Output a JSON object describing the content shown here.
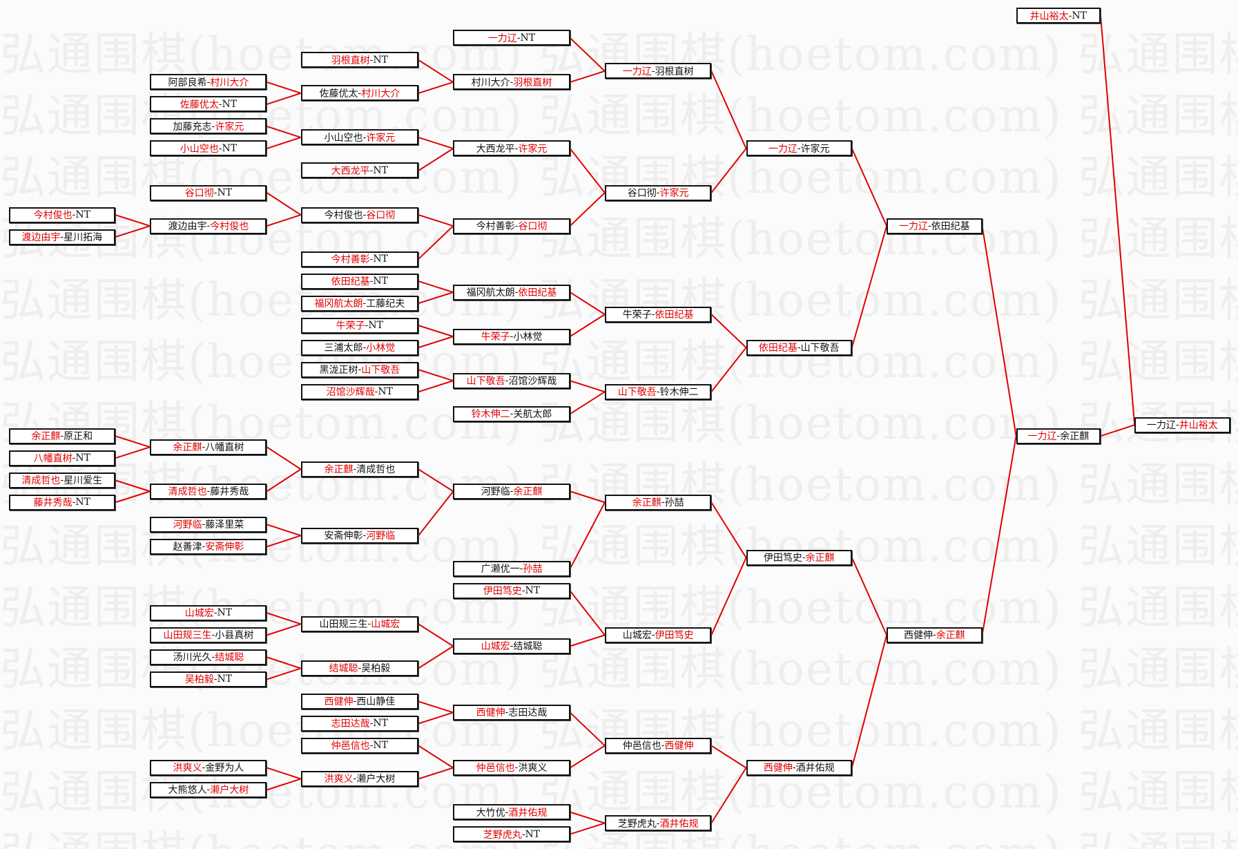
{
  "watermark": "弘通围棋(hoetom.com)",
  "colors": {
    "winner": "#e00000",
    "line": "#e00000",
    "text": "#111111"
  },
  "columns": [
    [
      {
        "p": [
          "今村俊也",
          "NT"
        ],
        "w": 0,
        "to": 5
      },
      {
        "p": [
          "渡边由宇",
          "星川拓海"
        ],
        "w": 0,
        "to": 5
      },
      {
        "p": [
          "余正麒",
          "原正和"
        ],
        "w": 0,
        "to": 6
      },
      {
        "p": [
          "八幡直树",
          "NT"
        ],
        "w": 0,
        "to": 6
      },
      {
        "p": [
          "清成哲也",
          "星川爱生"
        ],
        "w": 0,
        "to": 7
      },
      {
        "p": [
          "藤井秀哉",
          "NT"
        ],
        "w": 0,
        "to": 7
      }
    ],
    [
      {
        "p": [
          "阿部良希",
          "村川大介"
        ],
        "w": 1,
        "to": 1
      },
      {
        "p": [
          "佐藤优太",
          "NT"
        ],
        "w": 0,
        "to": 1
      },
      {
        "p": [
          "加藤充志",
          "许家元"
        ],
        "w": 1,
        "to": 2
      },
      {
        "p": [
          "小山空也",
          "NT"
        ],
        "w": 0,
        "to": 2
      },
      {
        "p": [
          "谷口彻",
          "NT"
        ],
        "w": 0,
        "to": 4
      },
      {
        "p": [
          "渡边由宇",
          "今村俊也"
        ],
        "w": 1,
        "to": 4
      },
      {
        "p": [
          "余正麒",
          "八幡直树"
        ],
        "w": 0,
        "to": 12
      },
      {
        "p": [
          "清成哲也",
          "藤井秀哉"
        ],
        "w": 0,
        "to": 12
      },
      {
        "p": [
          "河野临",
          "藤泽里菜"
        ],
        "w": 0,
        "to": 13
      },
      {
        "p": [
          "赵善津",
          "安斋伸彰"
        ],
        "w": 1,
        "to": 13
      },
      {
        "p": [
          "山城宏",
          "NT"
        ],
        "w": 0,
        "to": 14
      },
      {
        "p": [
          "山田规三生",
          "小县真树"
        ],
        "w": 0,
        "to": 14
      },
      {
        "p": [
          "汤川光久",
          "结城聪"
        ],
        "w": 1,
        "to": 15
      },
      {
        "p": [
          "吴柏毅",
          "NT"
        ],
        "w": 0,
        "to": 15
      },
      {
        "p": [
          "洪爽义",
          "金野为人"
        ],
        "w": 0,
        "to": 19
      },
      {
        "p": [
          "大熊悠人",
          "濑户大树"
        ],
        "w": 1,
        "to": 19
      }
    ],
    [
      {
        "p": [
          "羽根直树",
          "NT"
        ],
        "w": 0,
        "to": 1
      },
      {
        "p": [
          "佐藤优太",
          "村川大介"
        ],
        "w": 1,
        "to": 1
      },
      {
        "p": [
          "小山空也",
          "许家元"
        ],
        "w": 1,
        "to": 2
      },
      {
        "p": [
          "大西龙平",
          "NT"
        ],
        "w": 0,
        "to": 2
      },
      {
        "p": [
          "今村俊也",
          "谷口彻"
        ],
        "w": 1,
        "to": 3
      },
      {
        "p": [
          "今村善彰",
          "NT"
        ],
        "w": 0,
        "to": 3
      },
      {
        "p": [
          "依田纪基",
          "NT"
        ],
        "w": 0,
        "to": 4
      },
      {
        "p": [
          "福冈航太朗",
          "工藤纪夫"
        ],
        "w": 0,
        "to": 4
      },
      {
        "p": [
          "牛荣子",
          "NT"
        ],
        "w": 0,
        "to": 5
      },
      {
        "p": [
          "三浦太郎",
          "小林觉"
        ],
        "w": 1,
        "to": 5
      },
      {
        "p": [
          "黑泷正树",
          "山下敬吾"
        ],
        "w": 1,
        "to": 6
      },
      {
        "p": [
          "沼馆沙辉哉",
          "NT"
        ],
        "w": 0,
        "to": 6
      },
      {
        "p": [
          "余正麒",
          "清成哲也"
        ],
        "w": 0,
        "to": 8
      },
      {
        "p": [
          "安斋伸彰",
          "河野临"
        ],
        "w": 1,
        "to": 8
      },
      {
        "p": [
          "山田规三生",
          "山城宏"
        ],
        "w": 1,
        "to": 11
      },
      {
        "p": [
          "结城聪",
          "吴柏毅"
        ],
        "w": 0,
        "to": 11
      },
      {
        "p": [
          "西健伸",
          "西山静佳"
        ],
        "w": 0,
        "to": 12
      },
      {
        "p": [
          "志田达哉",
          "NT"
        ],
        "w": 0,
        "to": 12
      },
      {
        "p": [
          "仲邑信也",
          "NT"
        ],
        "w": 0,
        "to": 13
      },
      {
        "p": [
          "洪爽义",
          "濑户大树"
        ],
        "w": 0,
        "to": 13
      }
    ],
    [
      {
        "p": [
          "一力辽",
          "NT"
        ],
        "w": 0,
        "to": 0
      },
      {
        "p": [
          "村川大介",
          "羽根直树"
        ],
        "w": 1,
        "to": 0
      },
      {
        "p": [
          "大西龙平",
          "许家元"
        ],
        "w": 1,
        "to": 1
      },
      {
        "p": [
          "今村善彰",
          "谷口彻"
        ],
        "w": 1,
        "to": 1
      },
      {
        "p": [
          "福冈航太朗",
          "依田纪基"
        ],
        "w": 1,
        "to": 2
      },
      {
        "p": [
          "牛荣子",
          "小林觉"
        ],
        "w": 0,
        "to": 2
      },
      {
        "p": [
          "山下敬吾",
          "沼馆沙辉哉"
        ],
        "w": 0,
        "to": 3
      },
      {
        "p": [
          "铃木伸二",
          "关航太郎"
        ],
        "w": 0,
        "to": 3
      },
      {
        "p": [
          "河野临",
          "余正麒"
        ],
        "w": 1,
        "to": 4
      },
      {
        "p": [
          "广濑优一",
          "孙喆"
        ],
        "w": 1,
        "to": 4
      },
      {
        "p": [
          "伊田笃史",
          "NT"
        ],
        "w": 0,
        "to": 5
      },
      {
        "p": [
          "山城宏",
          "结城聪"
        ],
        "w": 0,
        "to": 5
      },
      {
        "p": [
          "西健伸",
          "志田达哉"
        ],
        "w": 0,
        "to": 6
      },
      {
        "p": [
          "仲邑信也",
          "洪爽义"
        ],
        "w": 0,
        "to": 6
      },
      {
        "p": [
          "大竹优",
          "酒井佑规"
        ],
        "w": 1,
        "to": 7
      },
      {
        "p": [
          "芝野虎丸",
          "NT"
        ],
        "w": 0,
        "to": 7
      }
    ],
    [
      {
        "p": [
          "一力辽",
          "羽根直树"
        ],
        "w": 0,
        "to": 0
      },
      {
        "p": [
          "谷口彻",
          "许家元"
        ],
        "w": 1,
        "to": 0
      },
      {
        "p": [
          "牛荣子",
          "依田纪基"
        ],
        "w": 1,
        "to": 1
      },
      {
        "p": [
          "山下敬吾",
          "铃木伸二"
        ],
        "w": 0,
        "to": 1
      },
      {
        "p": [
          "余正麒",
          "孙喆"
        ],
        "w": 0,
        "to": 2
      },
      {
        "p": [
          "山城宏",
          "伊田笃史"
        ],
        "w": 1,
        "to": 2
      },
      {
        "p": [
          "仲邑信也",
          "西健伸"
        ],
        "w": 1,
        "to": 3
      },
      {
        "p": [
          "芝野虎丸",
          "酒井佑规"
        ],
        "w": 1,
        "to": 3
      }
    ],
    [
      {
        "p": [
          "一力辽",
          "许家元"
        ],
        "w": 0,
        "to": 0
      },
      {
        "p": [
          "依田纪基",
          "山下敬吾"
        ],
        "w": 0,
        "to": 0
      },
      {
        "p": [
          "伊田笃史",
          "余正麒"
        ],
        "w": 1,
        "to": 1
      },
      {
        "p": [
          "西健伸",
          "酒井佑规"
        ],
        "w": 0,
        "to": 1
      }
    ],
    [
      {
        "p": [
          "一力辽",
          "依田纪基"
        ],
        "w": 0,
        "to": 1
      },
      {
        "p": [
          "西健伸",
          "余正麒"
        ],
        "w": 1,
        "to": 1
      }
    ],
    [
      {
        "p": [
          "井山裕太",
          "NT"
        ],
        "w": 0,
        "to": 0
      },
      {
        "p": [
          "一力辽",
          "余正麒"
        ],
        "w": 0,
        "to": 0
      }
    ],
    [
      {
        "p": [
          "一力辽",
          "井山裕太"
        ],
        "w": 1
      }
    ]
  ]
}
